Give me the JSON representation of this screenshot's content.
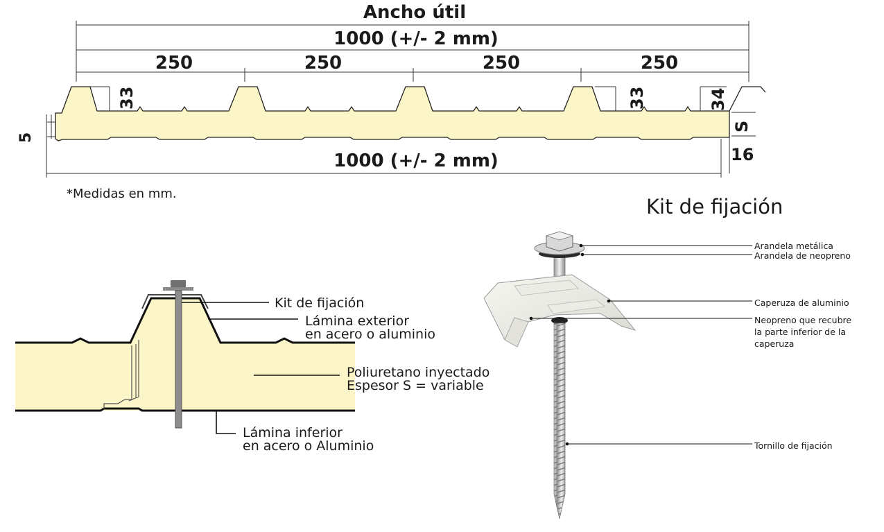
{
  "profile": {
    "title": "Ancho útil",
    "top_width": "1000 (+/- 2 mm)",
    "bottom_width": "1000 (+/- 2 mm)",
    "segments": [
      "250",
      "250",
      "250",
      "250"
    ],
    "rib_height_left": "33",
    "rib_height_right": "33",
    "edge_height": "34",
    "thickness": "S",
    "bottom_offset": "16",
    "side_offset": "5",
    "note": "*Medidas en mm."
  },
  "section": {
    "labels": {
      "kit": "Kit de fijación",
      "exterior_1": "Lámina exterior",
      "exterior_2": "en acero o aluminio",
      "core_1": "Poliuretano inyectado",
      "core_2": "Espesor S = variable",
      "interior_1": "Lámina inferior",
      "interior_2": "en acero o Aluminio"
    }
  },
  "kit": {
    "title": "Kit de fijación",
    "labels": {
      "washer_metal": "Arandela metálica",
      "washer_neoprene": "Arandela de neopreno",
      "cap": "Caperuza de aluminio",
      "neoprene_1": "Neopreno que recubre",
      "neoprene_2": "la parte inferior de la",
      "neoprene_3": "caperuza",
      "screw": "Tornillo de fijación"
    }
  },
  "colors": {
    "foam": "#fbf5c8",
    "line": "#1a1a1a",
    "metal": "#c9c9c9"
  }
}
